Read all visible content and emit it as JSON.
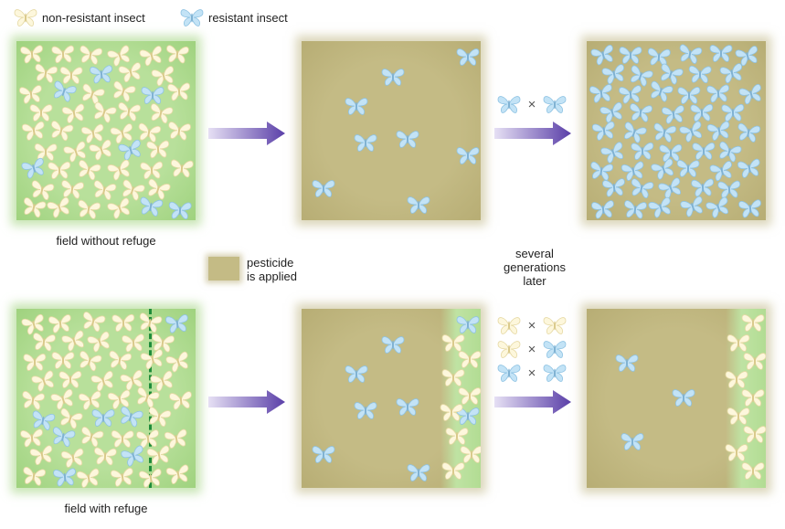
{
  "legend": {
    "non_resistant": "non-resistant insect",
    "resistant": "resistant insect"
  },
  "captions": {
    "field_without_refuge": "field without refuge",
    "field_with_refuge": "field with refuge",
    "pesticide_line1": "pesticide",
    "pesticide_line2": "is applied",
    "generations_line1": "several",
    "generations_line2": "generations",
    "generations_line3": "later"
  },
  "colors": {
    "non_resistant_wing": "#fdf7dc",
    "resistant_wing": "#bfe1f5",
    "field_green": "#b8e09b",
    "pesticide": "#c4bb85",
    "arrow": "#5a3fa8",
    "refuge_line": "#1f8c3a"
  },
  "cross_symbol": "×"
}
